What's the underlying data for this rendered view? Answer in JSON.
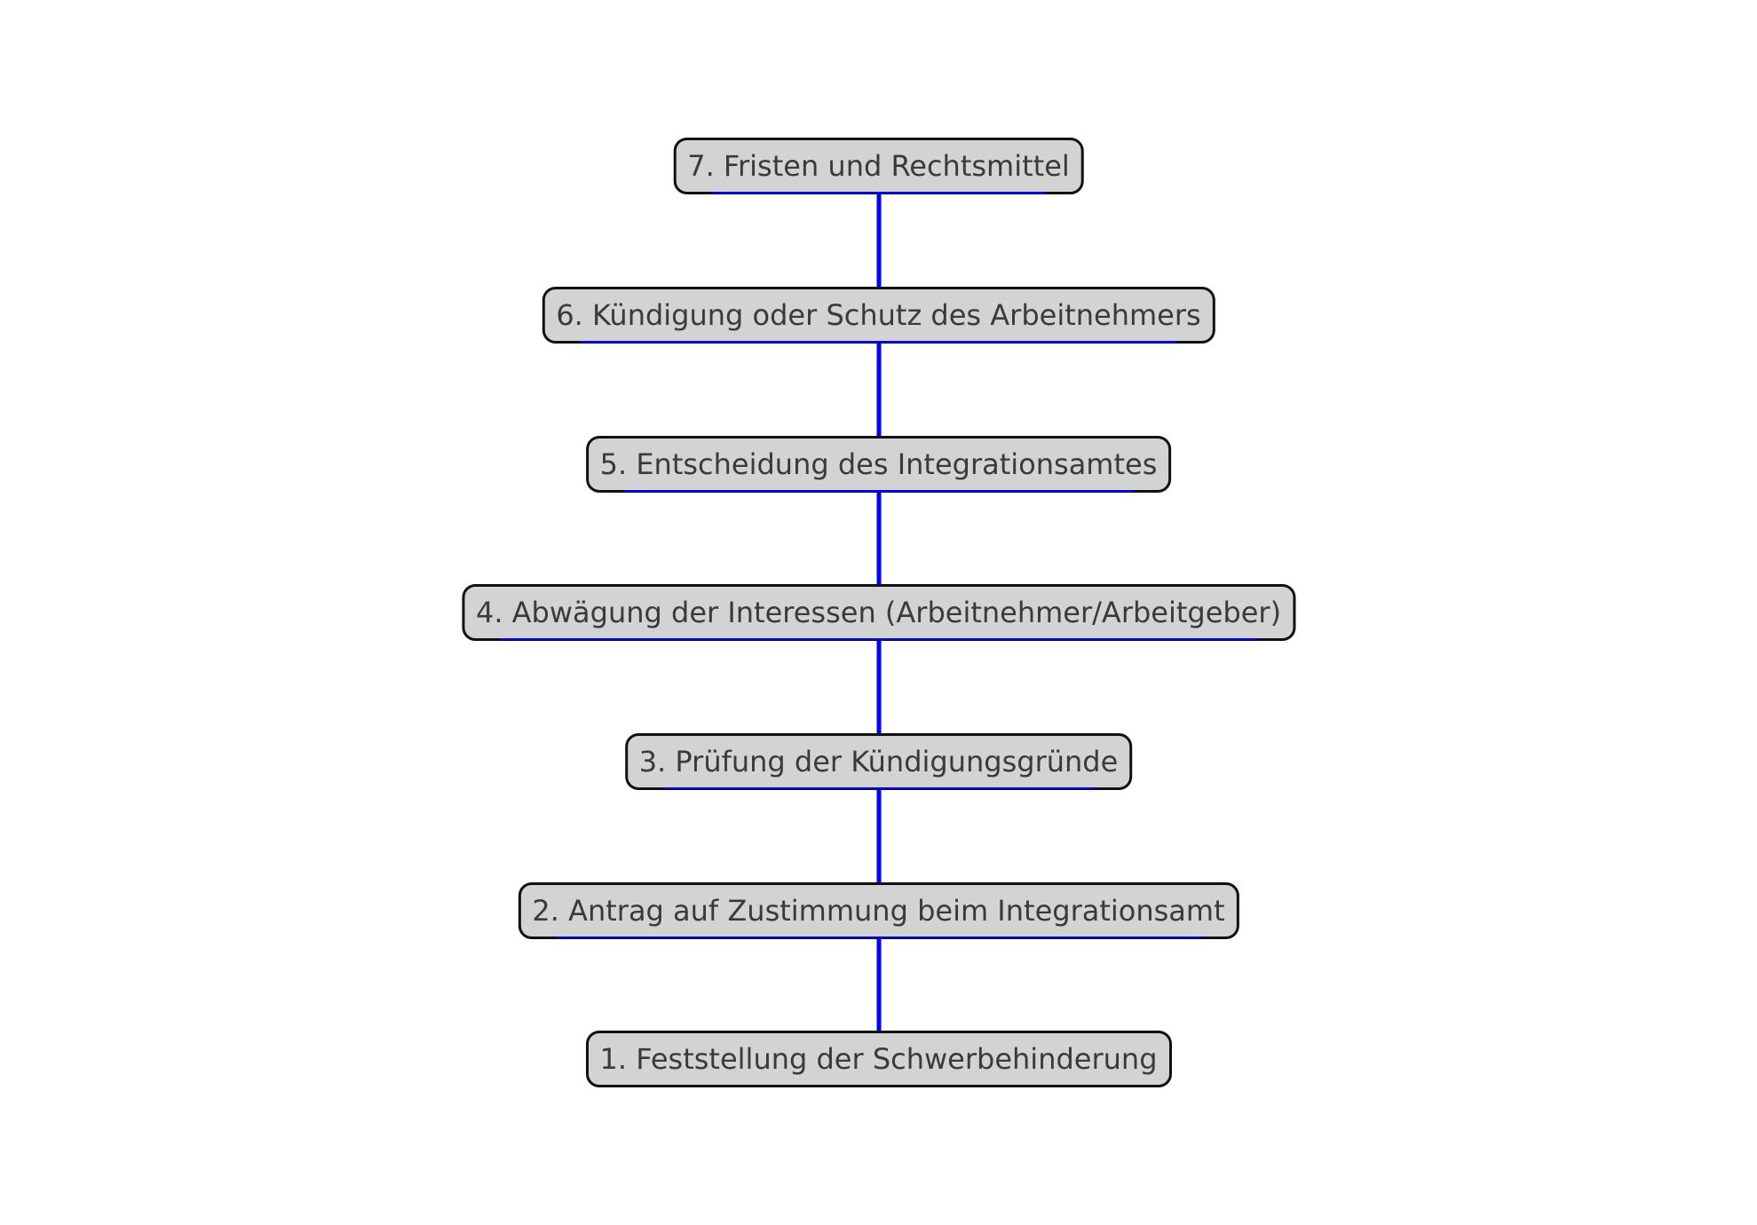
{
  "diagram": {
    "type": "flowchart-vertical",
    "nodes": [
      {
        "label": "7. Fristen und Rechtsmittel"
      },
      {
        "label": "6. Kündigung oder Schutz des Arbeitnehmers"
      },
      {
        "label": "5. Entscheidung des Integrationsamtes"
      },
      {
        "label": "4. Abwägung der Interessen (Arbeitnehmer/Arbeitgeber)"
      },
      {
        "label": "3. Prüfung der Kündigungsgründe"
      },
      {
        "label": "2. Antrag auf Zustimmung beim Integrationsamt"
      },
      {
        "label": "1. Feststellung der Schwerbehinderung"
      }
    ],
    "edges": [
      {
        "from": "7. Fristen und Rechtsmittel",
        "to": "6. Kündigung oder Schutz des Arbeitnehmers"
      },
      {
        "from": "6. Kündigung oder Schutz des Arbeitnehmers",
        "to": "5. Entscheidung des Integrationsamtes"
      },
      {
        "from": "5. Entscheidung des Integrationsamtes",
        "to": "4. Abwägung der Interessen (Arbeitnehmer/Arbeitgeber)"
      },
      {
        "from": "4. Abwägung der Interessen (Arbeitnehmer/Arbeitgeber)",
        "to": "3. Prüfung der Kündigungsgründe"
      },
      {
        "from": "3. Prüfung der Kündigungsgründe",
        "to": "2. Antrag auf Zustimmung beim Integrationsamt"
      },
      {
        "from": "2. Antrag auf Zustimmung beim Integrationsamt",
        "to": "1. Feststellung der Schwerbehinderung"
      }
    ],
    "colors": {
      "node_fill": "#d3d3d3",
      "node_border": "#111111",
      "edge": "#0000ff",
      "text": "#3a3a3a",
      "background": "#ffffff"
    }
  }
}
